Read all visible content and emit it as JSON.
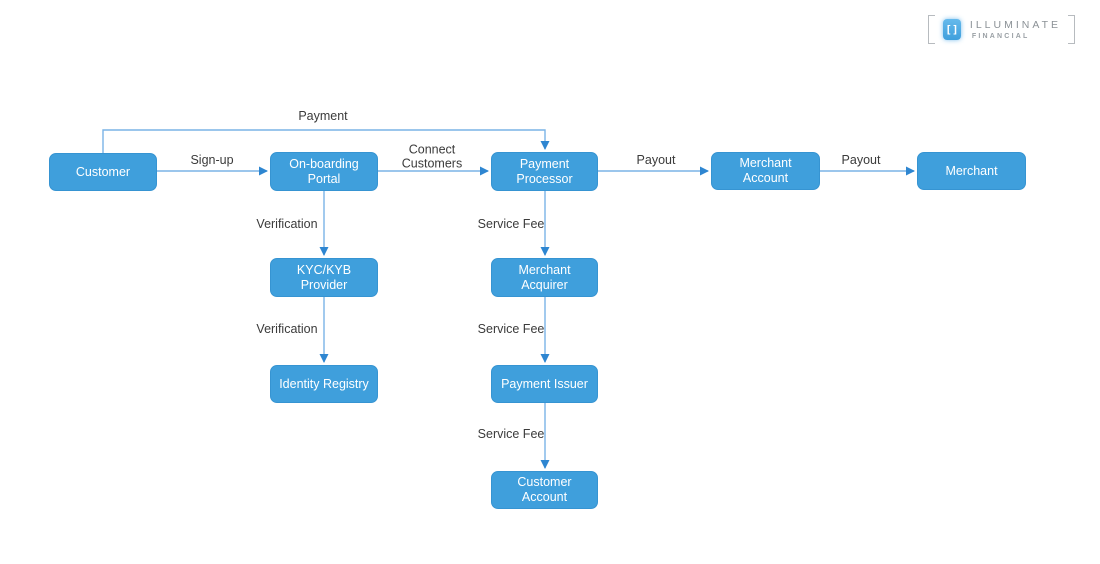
{
  "logo": {
    "brand_line1": "ILLUMINATE",
    "brand_line2": "FINANCIAL",
    "icon": "brackets-icon",
    "icon_glyph": "[]",
    "icon_color": "#4aa8e2",
    "text_color": "#8b9196"
  },
  "colors": {
    "node_fill": "#3f9fdc",
    "node_text": "#ffffff",
    "edge_line": "#7ab4e6",
    "edge_arrow": "#2e86d1",
    "label_text": "#3b3b3b",
    "background": "#ffffff"
  },
  "diagram": {
    "type": "flowchart",
    "nodes": [
      {
        "id": "customer",
        "label": "Customer"
      },
      {
        "id": "onboarding-portal",
        "label": "On-boarding Portal"
      },
      {
        "id": "payment-processor",
        "label": "Payment Processor"
      },
      {
        "id": "merchant-account",
        "label": "Merchant Account"
      },
      {
        "id": "merchant",
        "label": "Merchant"
      },
      {
        "id": "kyc-kyb-provider",
        "label": "KYC/KYB Provider"
      },
      {
        "id": "identity-registry",
        "label": "Identity Registry"
      },
      {
        "id": "merchant-acquirer",
        "label": "Merchant Acquirer"
      },
      {
        "id": "payment-issuer",
        "label": "Payment Issuer"
      },
      {
        "id": "customer-account",
        "label": "Customer Account"
      }
    ],
    "edges": [
      {
        "from": "customer",
        "to": "onboarding-portal",
        "label": "Sign-up"
      },
      {
        "from": "onboarding-portal",
        "to": "payment-processor",
        "label": "Connect Customers"
      },
      {
        "from": "payment-processor",
        "to": "merchant-account",
        "label": "Payout"
      },
      {
        "from": "merchant-account",
        "to": "merchant",
        "label": "Payout"
      },
      {
        "from": "customer",
        "to": "payment-processor",
        "label": "Payment"
      },
      {
        "from": "onboarding-portal",
        "to": "kyc-kyb-provider",
        "label": "Verification"
      },
      {
        "from": "kyc-kyb-provider",
        "to": "identity-registry",
        "label": "Verification"
      },
      {
        "from": "payment-processor",
        "to": "merchant-acquirer",
        "label": "Service Fee"
      },
      {
        "from": "merchant-acquirer",
        "to": "payment-issuer",
        "label": "Service Fee"
      },
      {
        "from": "payment-issuer",
        "to": "customer-account",
        "label": "Service Fee"
      }
    ]
  }
}
